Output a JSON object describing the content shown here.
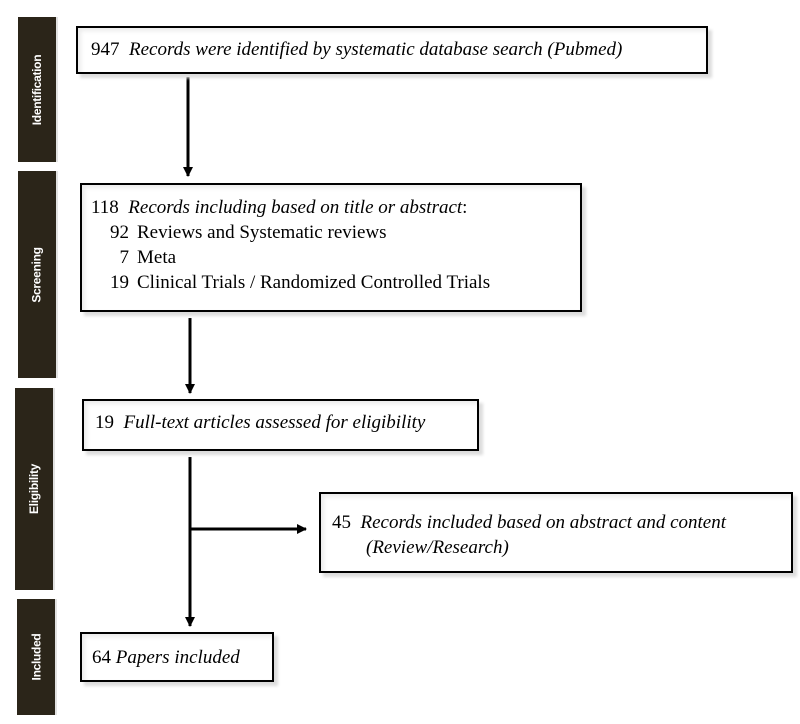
{
  "stages": [
    {
      "id": "identification",
      "label": "Identification"
    },
    {
      "id": "screening",
      "label": "Screening"
    },
    {
      "id": "eligibility",
      "label": "Eligibility"
    },
    {
      "id": "included",
      "label": "Included"
    }
  ],
  "boxes": {
    "identified": {
      "count": "947",
      "text": "Records were identified by systematic database search (",
      "source": "Pubmed",
      "close": ")"
    },
    "screened": {
      "count": "118",
      "text": "Records including based on title or abstract",
      "suffix": ":",
      "items": [
        {
          "count": "92",
          "label": "Reviews and Systematic reviews"
        },
        {
          "count": "7",
          "label": "Meta"
        },
        {
          "count": "19",
          "label": "Clinical Trials / Randomized Controlled Trials"
        }
      ]
    },
    "eligibility": {
      "count": "19",
      "text": "Full-text articles assessed for eligibility"
    },
    "additional": {
      "count": "45",
      "text": "Records included based on abstract and content",
      "text2": "(Review/Research)"
    },
    "included": {
      "count": "64",
      "text": "Papers included"
    }
  },
  "colors": {
    "stage_bar": "#2b2519",
    "stage_text": "#ffffff",
    "border": "#000000"
  }
}
